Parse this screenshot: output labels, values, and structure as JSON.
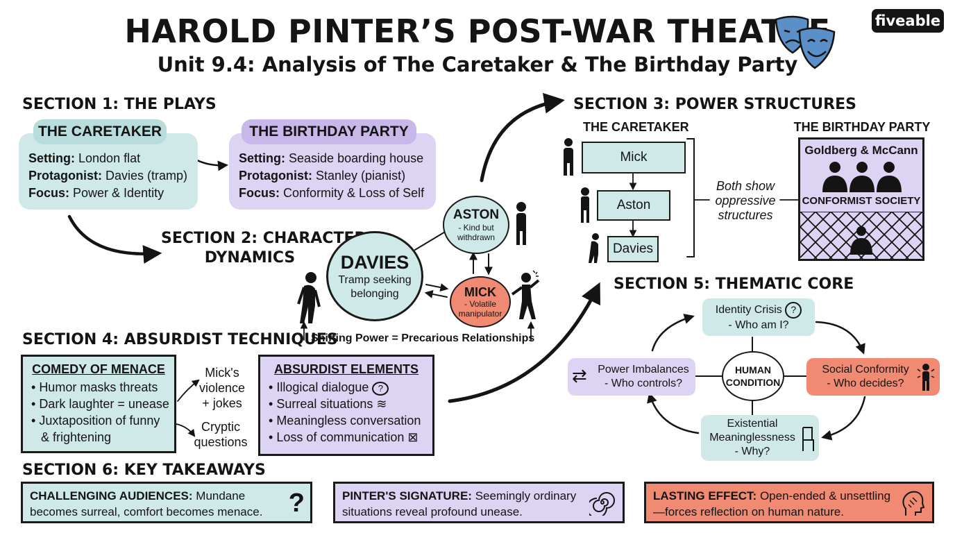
{
  "header": {
    "title": "HAROLD PINTER’S POST-WAR THEATRE",
    "subtitle": "Unit 9.4: Analysis of The Caretaker & The Birthday Party",
    "brand": "fiveable",
    "mask_icon": "theatre-masks-icon"
  },
  "section1": {
    "heading": "SECTION 1: THE PLAYS",
    "caretaker": {
      "title": "THE CARETAKER",
      "rows": [
        {
          "label": "Setting:",
          "value": "London flat"
        },
        {
          "label": "Protagonist:",
          "value": "Davies (tramp)"
        },
        {
          "label": "Focus:",
          "value": "Power & Identity"
        }
      ]
    },
    "birthday": {
      "title": "THE BIRTHDAY PARTY",
      "rows": [
        {
          "label": "Setting:",
          "value": "Seaside boarding house"
        },
        {
          "label": "Protagonist:",
          "value": "Stanley (pianist)"
        },
        {
          "label": "Focus:",
          "value": "Conformity & Loss of Self"
        }
      ]
    }
  },
  "section2": {
    "heading_line1": "SECTION 2: CHARACTER",
    "heading_line2": "DYNAMICS",
    "davies": {
      "name": "DAVIES",
      "desc_line1": "Tramp seeking",
      "desc_line2": "belonging"
    },
    "aston": {
      "name": "ASTON",
      "desc_line1": "- Kind but",
      "desc_line2": "withdrawn"
    },
    "mick": {
      "name": "MICK",
      "desc_line1": "- Volatile",
      "desc_line2": "manipulator"
    },
    "caption": "Shifting Power = Precarious Relationships"
  },
  "section3": {
    "heading": "SECTION 3: POWER STRUCTURES",
    "caretaker_title": "THE CARETAKER",
    "hierarchy": [
      "Mick",
      "Aston",
      "Davies"
    ],
    "middle_line1": "Both show",
    "middle_line2": "oppressive",
    "middle_line3": "structures",
    "birthday_title": "THE BIRTHDAY PARTY",
    "oppressors": "Goldberg & McCann",
    "society": "CONFORMIST SOCIETY"
  },
  "section4": {
    "heading": "SECTION 4: ABSURDIST TECHNIQUES",
    "menace": {
      "title": "COMEDY OF MENACE",
      "items": [
        "Humor masks threats",
        "Dark laughter = unease",
        "Juxtaposition of funny"
      ],
      "item3_cont": "& frightening"
    },
    "note1_line1": "Mick's",
    "note1_line2": "violence",
    "note1_line3": "+ jokes",
    "note2_line1": "Cryptic",
    "note2_line2": "questions",
    "elements": {
      "title": "ABSURDIST ELEMENTS",
      "items": [
        "Illogical dialogue",
        "Surreal situations",
        "Meaningless conversation",
        "Loss of communication"
      ]
    }
  },
  "section5": {
    "heading": "SECTION 5: THEMATIC CORE",
    "center_line1": "HUMAN",
    "center_line2": "CONDITION",
    "identity": {
      "line1": "Identity Crisis",
      "line2": "- Who am I?"
    },
    "conformity": {
      "line1": "Social Conformity",
      "line2": "- Who decides?"
    },
    "existential": {
      "line1": "Existential",
      "line2": "Meaninglessness",
      "line3": "- Why?"
    },
    "power": {
      "line1": "Power Imbalances",
      "line2": "- Who controls?"
    }
  },
  "section6": {
    "heading": "SECTION 6: KEY TAKEAWAYS",
    "cards": [
      {
        "label": "CHALLENGING AUDIENCES:",
        "text1": "Mundane",
        "text2": "becomes surreal, comfort becomes menace."
      },
      {
        "label": "PINTER'S SIGNATURE:",
        "text1": "Seemingly ordinary",
        "text2": "situations reveal profound unease."
      },
      {
        "label": "LASTING EFFECT:",
        "text1": "Open-ended & unsettling",
        "text2": "—forces reflection on human nature."
      }
    ]
  },
  "colors": {
    "teal": "#cfe9e9",
    "purple": "#ddd3f2",
    "salmon": "#f08a72",
    "ink": "#141414"
  }
}
